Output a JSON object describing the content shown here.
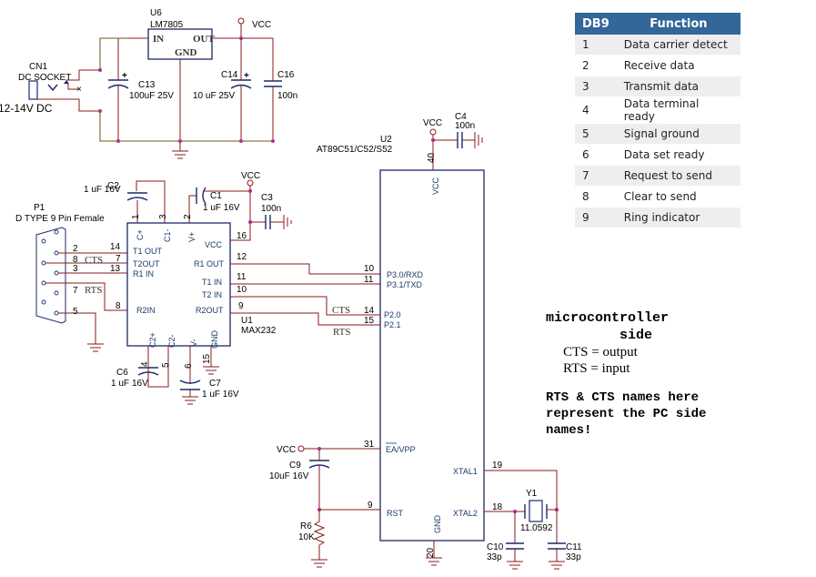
{
  "power": {
    "connector": {
      "ref": "CN1",
      "name": "DC SOCKET",
      "voltage": "12-14V DC"
    },
    "regulator": {
      "ref": "U6",
      "part": "LM7805",
      "pins": {
        "in": "IN",
        "out": "OUT",
        "gnd": "GND"
      }
    },
    "caps": [
      {
        "ref": "C13",
        "value": "100uF 25V"
      },
      {
        "ref": "C14",
        "value": "10 uF 25V"
      },
      {
        "ref": "C16",
        "value": "100n"
      }
    ],
    "vcc_label": "VCC"
  },
  "serial_connector": {
    "ref": "P1",
    "name": "D TYPE 9 Pin Female",
    "pin_labels": [
      "2",
      "8",
      "3",
      "7",
      "5"
    ],
    "signal_labels": {
      "cts": "CTS",
      "rts": "RTS"
    }
  },
  "max232": {
    "ref": "U1",
    "part": "MAX232",
    "pins_left": [
      {
        "num": "14",
        "name": "T1 OUT"
      },
      {
        "num": "7",
        "name": "T2OUT"
      },
      {
        "num": "13",
        "name": "R1 IN"
      },
      {
        "num": "8",
        "name": "R2IN"
      }
    ],
    "pins_right": [
      {
        "num": "16",
        "name": "VCC"
      },
      {
        "num": "12",
        "name": "R1 OUT"
      },
      {
        "num": "11",
        "name": "T1 IN"
      },
      {
        "num": "10",
        "name": "T2 IN"
      },
      {
        "num": "9",
        "name": "R2OUT"
      }
    ],
    "pins_top": [
      {
        "num": "1",
        "name": "C+"
      },
      {
        "num": "3",
        "name": "C1-"
      },
      {
        "num": "2",
        "name": "V+"
      }
    ],
    "pins_bottom": [
      {
        "num": "4",
        "name": "C2+"
      },
      {
        "num": "5",
        "name": "C2-"
      },
      {
        "num": "6",
        "name": "V-"
      },
      {
        "num": "15",
        "name": "GND"
      }
    ],
    "caps": [
      {
        "ref": "C1",
        "value": "1 uF  16V"
      },
      {
        "ref": "C2",
        "value": "1 uF 16V"
      },
      {
        "ref": "C3",
        "value": "100n"
      },
      {
        "ref": "C6",
        "value_a": "1 uF",
        "value_b": "16V"
      },
      {
        "ref": "C7",
        "value": "1 uF  16V"
      }
    ]
  },
  "mcu": {
    "ref": "U2",
    "part": "AT89C51/C52/S52",
    "pins": {
      "vcc": {
        "num": "40",
        "name": "VCC"
      },
      "p30": {
        "num": "10",
        "name": "P3.0/RXD"
      },
      "p31": {
        "num": "11",
        "name": "P3.1/TXD"
      },
      "p20": {
        "num": "14",
        "name": "P2.0"
      },
      "p21": {
        "num": "15",
        "name": "P2.1"
      },
      "ea": {
        "num": "31",
        "name": "EA/VPP"
      },
      "rst": {
        "num": "9",
        "name": "RST"
      },
      "gnd": {
        "num": "20",
        "name": "GND"
      },
      "xtal1": {
        "num": "19",
        "name": "XTAL1"
      },
      "xtal2": {
        "num": "18",
        "name": "XTAL2"
      }
    },
    "c4": {
      "ref": "C4",
      "value": "100n"
    },
    "c9": {
      "ref": "C9",
      "value": "10uF 16V"
    },
    "r6": {
      "ref": "R6",
      "value": "10K"
    },
    "crystal": {
      "ref": "Y1",
      "value": "11.0592"
    },
    "c10": {
      "ref": "C10",
      "value": "33p"
    },
    "c11": {
      "ref": "C11",
      "value": "33p"
    },
    "net_labels": {
      "cts": "CTS",
      "rts": "RTS"
    }
  },
  "db9_table": {
    "headers": [
      "DB9",
      "Function"
    ],
    "rows": [
      [
        "1",
        "Data carrier detect"
      ],
      [
        "2",
        "Receive data"
      ],
      [
        "3",
        "Transmit data"
      ],
      [
        "4",
        "Data terminal ready"
      ],
      [
        "5",
        "Signal ground"
      ],
      [
        "6",
        "Data set ready"
      ],
      [
        "7",
        "Request to send"
      ],
      [
        "8",
        "Clear to send"
      ],
      [
        "9",
        "Ring indicator"
      ]
    ]
  },
  "notes": {
    "title_line1": "microcontroller",
    "title_line2": "side",
    "mapping": [
      "CTS = output",
      "RTS = input"
    ],
    "remark": [
      "RTS & CTS names here",
      "represent the PC side",
      "names!"
    ]
  }
}
